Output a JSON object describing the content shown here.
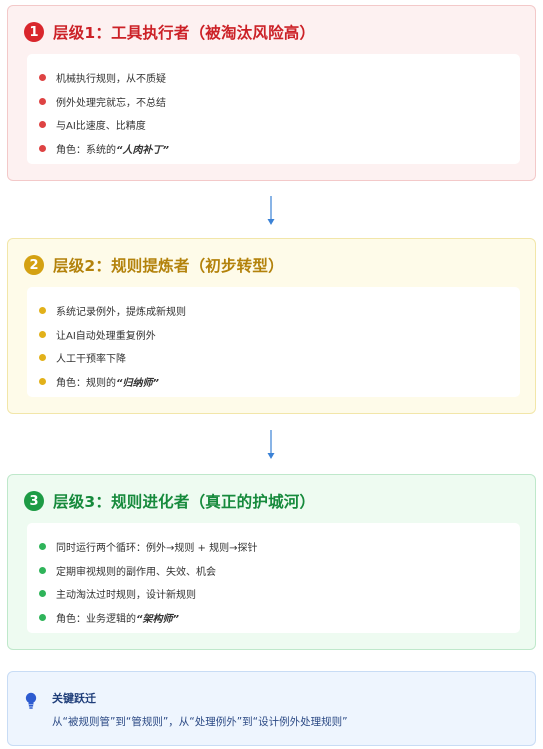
{
  "levels": [
    {
      "number": "1",
      "title": "层级1：工具执行者（被淘汰风险高）",
      "items": [
        "机械执行规则，从不质疑",
        "例外处理完就忘，不总结",
        "与AI比速度、比精度"
      ],
      "role_prefix": "角色：系统的",
      "role_name": "“人肉补丁”",
      "color": "#d9262c"
    },
    {
      "number": "2",
      "title": "层级2：规则提炼者（初步转型）",
      "items": [
        "系统记录例外，提炼成新规则",
        "让AI自动处理重复例外",
        "人工干预率下降"
      ],
      "role_prefix": "角色：规则的",
      "role_name": "“归纳师”",
      "color": "#d4a112"
    },
    {
      "number": "3",
      "title": "层级3：规则进化者（真正的护城河）",
      "items": [
        "同时运行两个循环：例外→规则 + 规则→探针",
        "定期审视规则的副作用、失效、机会",
        "主动淘汰过时规则，设计新规则"
      ],
      "role_prefix": "角色：业务逻辑的",
      "role_name": "“架构师”",
      "color": "#1d9b45"
    }
  ],
  "connector_icon": "arrow-down-icon",
  "callout": {
    "icon": "lightbulb-icon",
    "title": "关键跃迁",
    "text": "从“被规则管”到“管规则”，从“处理例外”到“设计例外处理规则”",
    "color": "#1f3e7a"
  }
}
